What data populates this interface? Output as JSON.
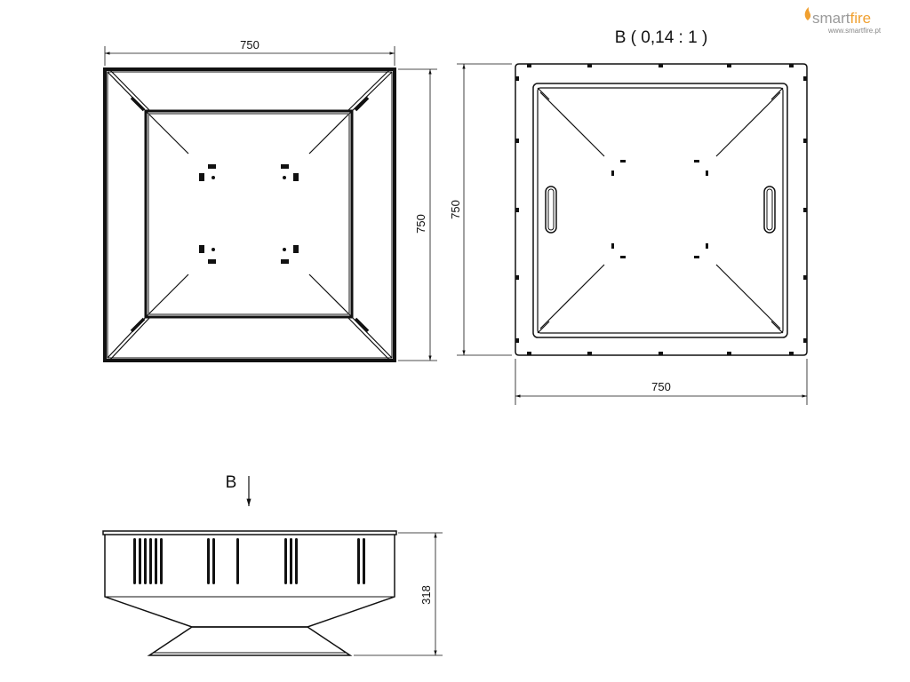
{
  "brand": {
    "name_part1": "smart",
    "name_part2": "fire",
    "website": "www.smartfire.pt",
    "logo_color": "#f0a030",
    "text_color": "#9a9a9a"
  },
  "top_view": {
    "width_label": "750",
    "height_label": "750"
  },
  "view_b": {
    "title": "B ( 0,14 : 1 )",
    "height_label": "750",
    "width_label": "750"
  },
  "side_view": {
    "view_marker": "B",
    "height_label": "318"
  }
}
